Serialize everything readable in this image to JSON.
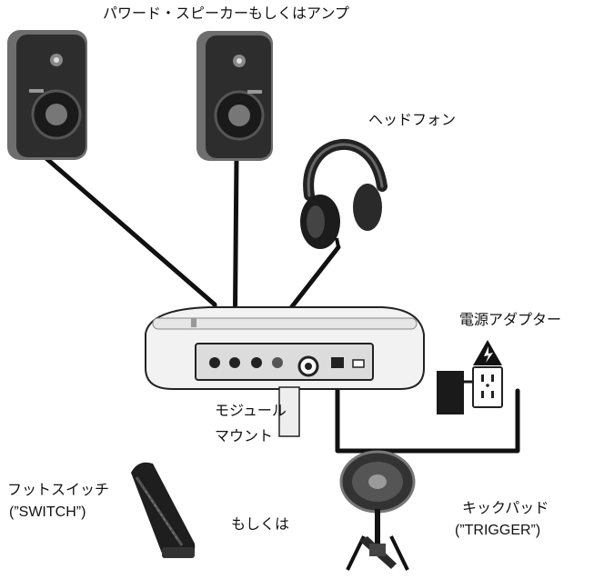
{
  "labels": {
    "speakers": "パワード・スピーカーもしくはアンプ",
    "headphones": "ヘッドフォン",
    "power_adapter": "電源アダプター",
    "module_mount_1": "モジュール",
    "module_mount_2": "マウント",
    "footswitch_1": "フットスイッチ",
    "footswitch_2": "(”SWITCH”)",
    "or": "もしくは",
    "kickpad_1": "キックパッド",
    "kickpad_2": "(”TRIGGER”)"
  },
  "colors": {
    "cable": "#111111",
    "speaker_body": "#6e6e6e",
    "speaker_face": "#2b2b2b",
    "module_body": "#f2f2f2",
    "module_outline": "#222222",
    "warning": "#111111"
  }
}
